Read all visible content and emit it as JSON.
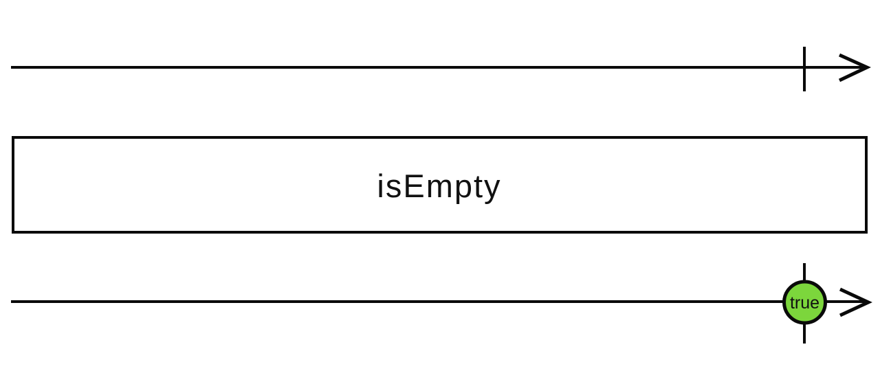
{
  "diagram": {
    "type": "marble-diagram",
    "operator": {
      "label": "isEmpty"
    },
    "source_stream": {
      "marbles": [],
      "completed": true
    },
    "result_stream": {
      "marbles": [
        {
          "label": "true",
          "fill": "#7cd63c",
          "stroke": "#0a0a0a",
          "emitted_at_completion": true
        }
      ],
      "completed": true
    },
    "colors": {
      "line": "#0a0a0a",
      "background": "#ffffff",
      "marble_fill": "#7cd63c"
    }
  }
}
